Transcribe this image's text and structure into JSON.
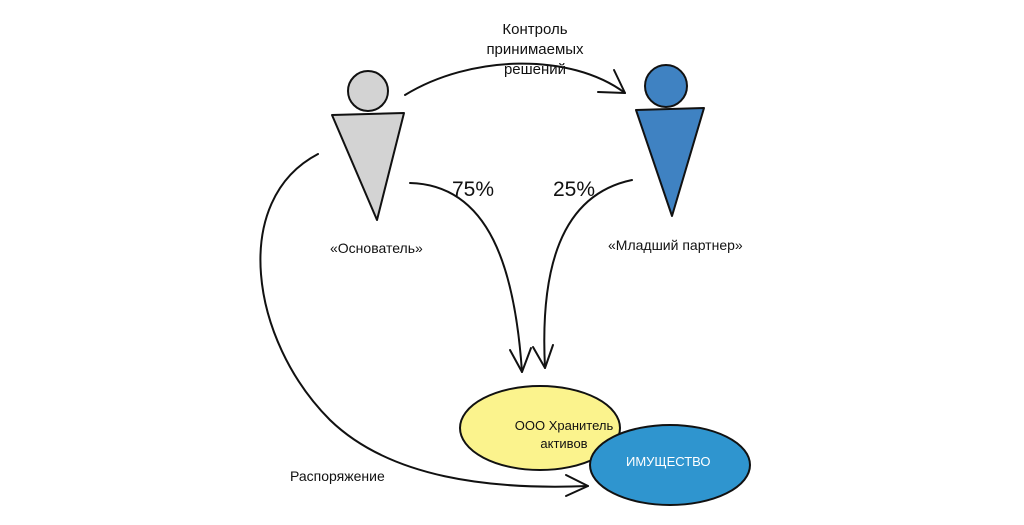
{
  "labels": {
    "control": "Контроль принимаемых решений",
    "founder": "«Основатель»",
    "junior_partner": "«Младший партнер»",
    "founder_share": "75%",
    "partner_share": "25%",
    "company": "ООО Хранитель активов",
    "assets": "ИМУЩЕСТВО",
    "disposal": "Распоряжение"
  },
  "colors": {
    "founder_figure": "#d3d3d3",
    "partner_figure": "#3f82c2",
    "company_fill": "#fbf38d",
    "assets_fill": "#2f95cf",
    "stroke": "#111111"
  }
}
